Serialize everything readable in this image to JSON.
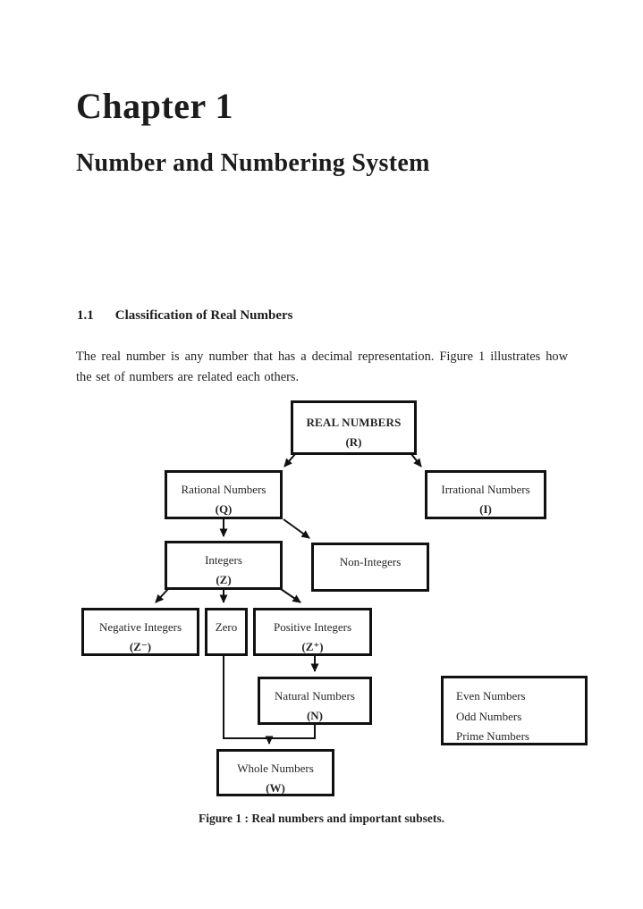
{
  "page": {
    "chapter_title": "Chapter 1",
    "chapter_subtitle": "Number and Numbering System",
    "section": {
      "number": "1.1",
      "title": "Classification of Real Numbers"
    },
    "paragraph": "The real number is any number that has a decimal representation. Figure 1 illustrates how the set of numbers are related each others.",
    "figure_caption": "Figure 1 : Real numbers and important subsets."
  },
  "diagram": {
    "type": "tree",
    "colors": {
      "ink": "#111111",
      "background": "#ffffff"
    },
    "nodes": {
      "real": {
        "label": "REAL NUMBERS",
        "symbol": "(R)"
      },
      "rational": {
        "label": "Rational Numbers",
        "symbol": "(Q)"
      },
      "irrational": {
        "label": "Irrational Numbers",
        "symbol": "(I)"
      },
      "integers": {
        "label": "Integers",
        "symbol": "(Z)"
      },
      "non_integers": {
        "label": "Non-Integers"
      },
      "negative_integers": {
        "label": "Negative Integers",
        "symbol": "(Z⁻)"
      },
      "zero": {
        "label": "Zero"
      },
      "positive_integers": {
        "label": "Positive Integers",
        "symbol": "(Z⁺)"
      },
      "natural": {
        "label": "Natural Numbers",
        "symbol": "(N)"
      },
      "special": {
        "lines": [
          "Even Numbers",
          "Odd Numbers",
          "Prime Numbers"
        ]
      },
      "whole": {
        "label": "Whole Numbers",
        "symbol": "(W)"
      }
    },
    "edges": [
      "real->rational",
      "real->irrational",
      "rational->integers",
      "rational->non_integers",
      "integers->negative_integers",
      "integers->zero",
      "integers->positive_integers",
      "positive_integers->natural",
      "zero+natural->whole"
    ]
  }
}
